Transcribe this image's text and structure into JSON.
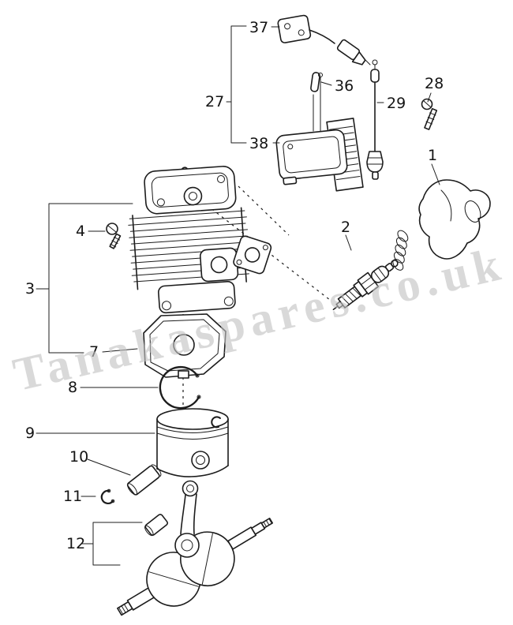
{
  "diagram": {
    "watermark": "Tanakaspares.co.uk",
    "colors": {
      "line": "#1c1c1c",
      "watermark": "#c3c3c3",
      "background": "#ffffff"
    },
    "part_labels": {
      "p1": "1",
      "p2": "2",
      "p3": "3",
      "p4": "4",
      "p7": "7",
      "p8": "8",
      "p9": "9",
      "p10": "10",
      "p11": "11",
      "p12": "12",
      "p27": "27",
      "p28": "28",
      "p29": "29",
      "p36": "36",
      "p37": "37",
      "p38": "38"
    }
  }
}
